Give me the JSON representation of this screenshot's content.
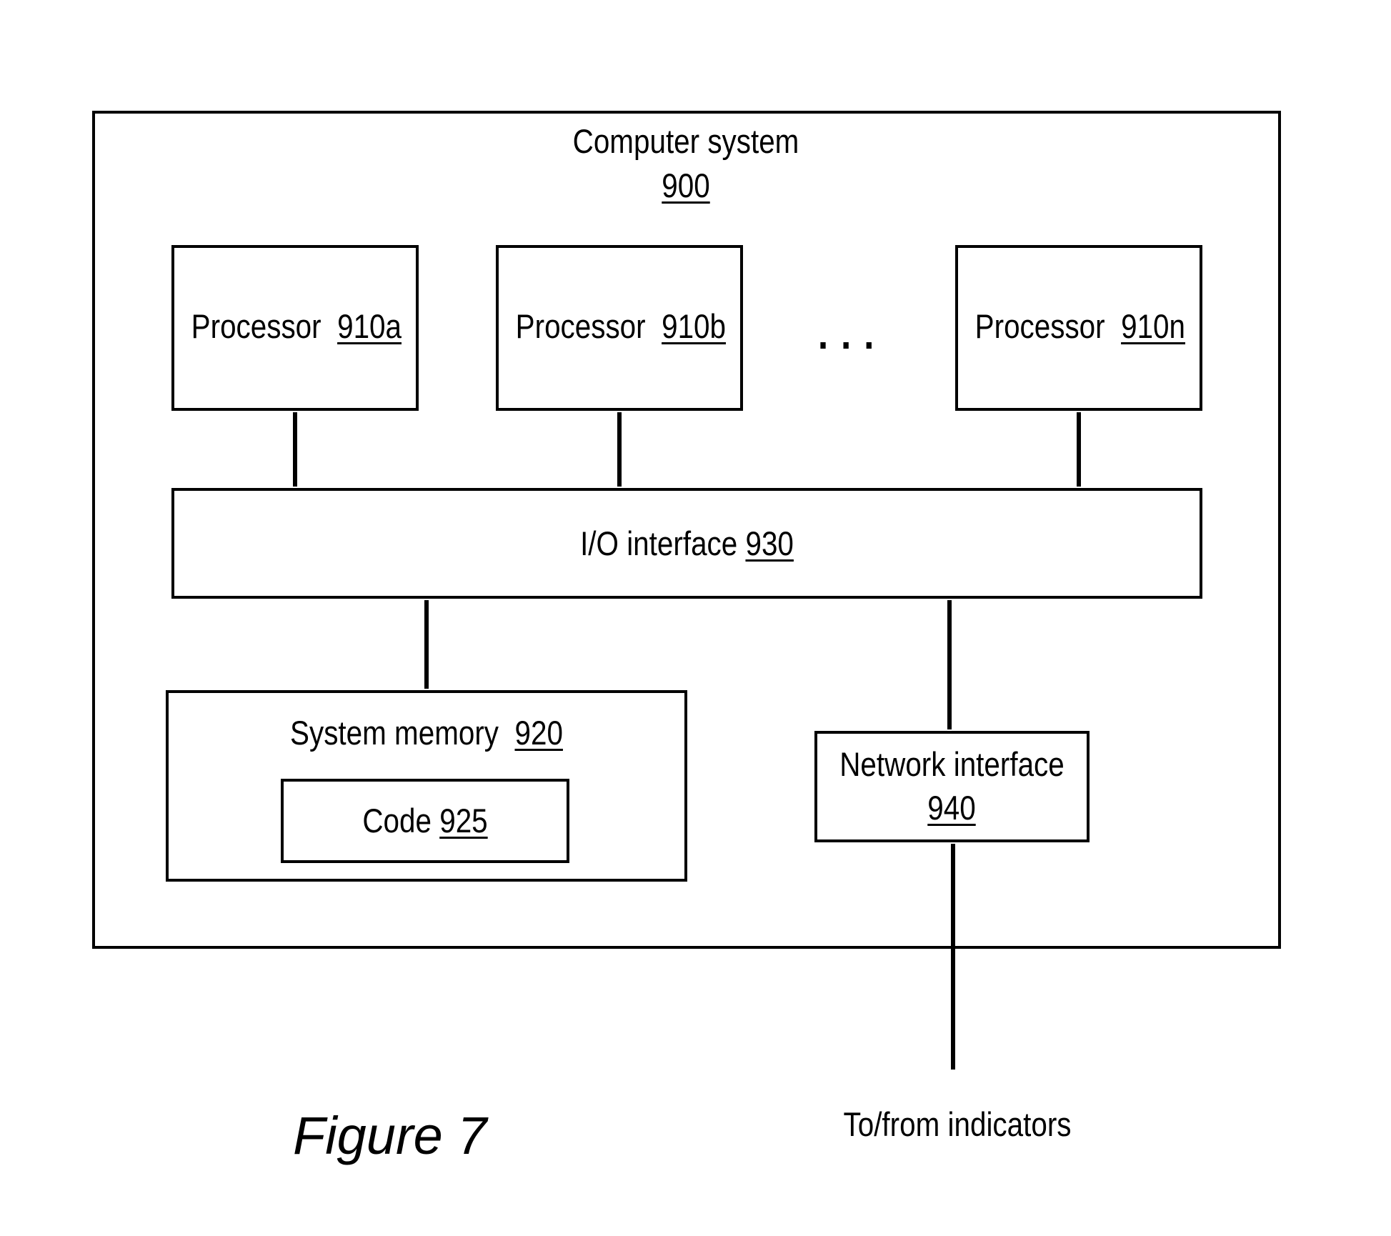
{
  "computer_system": {
    "label": "Computer system",
    "ref": "900"
  },
  "processors": [
    {
      "label": "Processor",
      "ref": "910a"
    },
    {
      "label": "Processor",
      "ref": "910b"
    },
    {
      "label": "Processor",
      "ref": "910n"
    }
  ],
  "ellipsis": ". . .",
  "io_interface": {
    "label": "I/O interface",
    "ref": "930"
  },
  "system_memory": {
    "label": "System memory",
    "ref": "920"
  },
  "code": {
    "label": "Code",
    "ref": "925"
  },
  "network_interface": {
    "label": "Network interface",
    "ref": "940"
  },
  "external_label": "To/from indicators",
  "figure_caption": "Figure 7"
}
